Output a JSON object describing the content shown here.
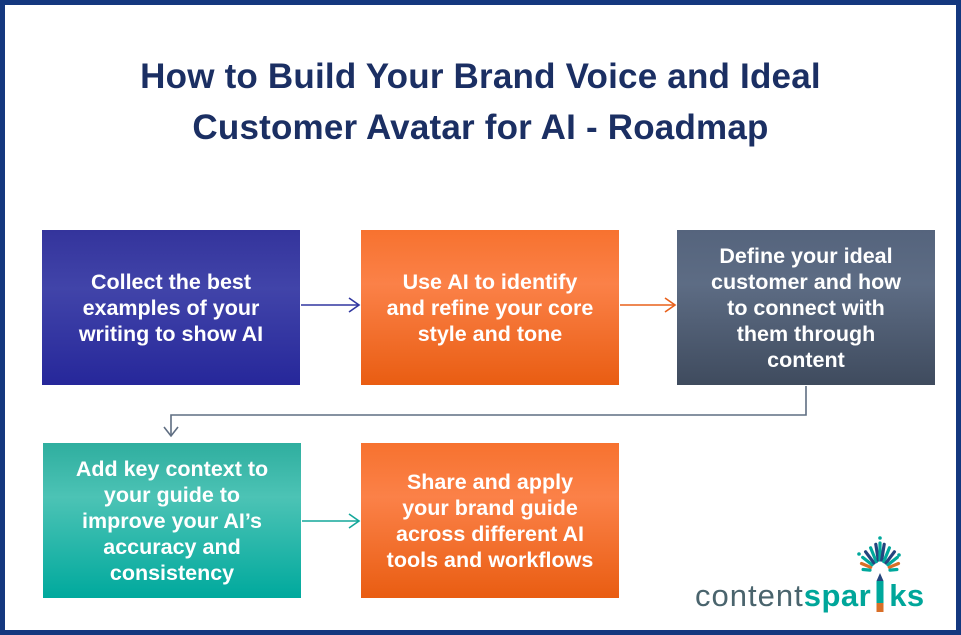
{
  "title": {
    "line1": "How to Build Your Brand Voice and Ideal",
    "line2": "Customer Avatar for AI - Roadmap"
  },
  "steps": [
    {
      "name": "step-1",
      "color": "blue",
      "text": "Collect the best\nexamples of your\nwriting to show AI"
    },
    {
      "name": "step-2",
      "color": "orange",
      "text": "Use AI to identify\nand refine your core\nstyle and tone"
    },
    {
      "name": "step-3",
      "color": "slate",
      "text": "Define your ideal\ncustomer and how\nto connect with\nthem through\ncontent"
    },
    {
      "name": "step-4",
      "color": "teal",
      "text": "Add key context to\nyour guide to\nimprove your AI’s\naccuracy and\nconsistency"
    },
    {
      "name": "step-5",
      "color": "orange",
      "text": "Share and apply\nyour brand guide\nacross different AI\ntools and workflows"
    }
  ],
  "connectors": [
    {
      "name": "arrow-step1-to-step2",
      "style": "straight-right",
      "color": "#3137a0"
    },
    {
      "name": "arrow-step2-to-step3",
      "style": "straight-right",
      "color": "#e8601a"
    },
    {
      "name": "arrow-step3-to-step4",
      "style": "elbow-down-left-down",
      "color": "#5f6e82"
    },
    {
      "name": "arrow-step4-to-step5",
      "style": "straight-right",
      "color": "#14a79a"
    }
  ],
  "logo": {
    "content": "content",
    "sparks_before_pencil": "spar",
    "sparks_after_pencil": "ks"
  },
  "colors": {
    "border": "#14387f",
    "title_text": "#1b2f63",
    "box_text": "#ffffff",
    "box_blue_top": "#34349c",
    "box_blue_bottom": "#26279a",
    "box_orange_top": "#f7722f",
    "box_orange_bottom": "#e95d12",
    "box_slate_top": "#55647d",
    "box_slate_bottom": "#3f4b5e",
    "box_teal_top": "#2fae9f",
    "box_teal_bottom": "#00a99d",
    "logo_content_text": "#4a646d",
    "logo_sparks_text": "#00a69a",
    "burst_teal": "#00a89c",
    "burst_navy": "#25457e",
    "burst_orange": "#d96f28"
  }
}
